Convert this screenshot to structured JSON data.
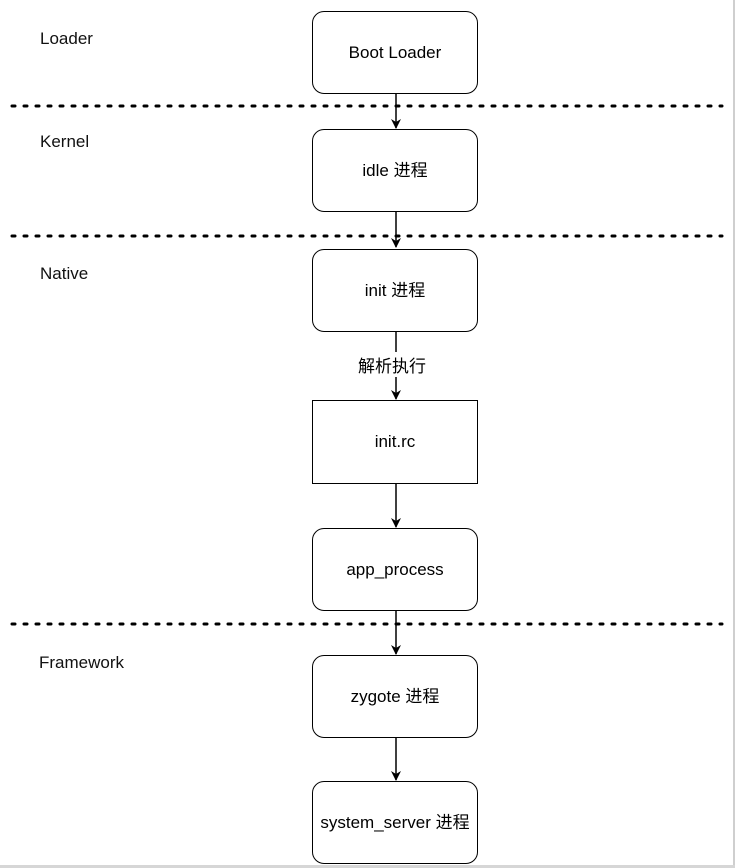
{
  "layers": {
    "loader": "Loader",
    "kernel": "Kernel",
    "native": "Native",
    "framework": "Framework"
  },
  "nodes": {
    "boot_loader": "Boot Loader",
    "idle": "idle 进程",
    "init": "init 进程",
    "init_rc": "init.rc",
    "app_process": "app_process",
    "zygote": "zygote 进程",
    "system_server": "system_server 进程"
  },
  "edges": {
    "init_to_initrc": "解析执行"
  },
  "colors": {
    "stroke": "#000000",
    "background": "#ffffff"
  }
}
